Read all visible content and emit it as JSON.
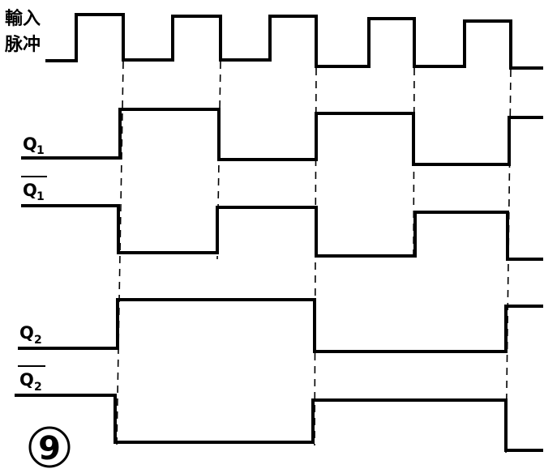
{
  "input_label": {
    "line1": "輸入",
    "line2": "脉冲"
  },
  "signals": {
    "q1": {
      "main": "Q",
      "sub": "1",
      "overline": false
    },
    "q1_bar": {
      "main": "Q",
      "sub": "1",
      "overline": true
    },
    "q2": {
      "main": "Q",
      "sub": "2",
      "overline": false
    },
    "q2_bar": {
      "main": "Q",
      "sub": "2",
      "overline": true
    }
  },
  "figure_number": "9"
}
